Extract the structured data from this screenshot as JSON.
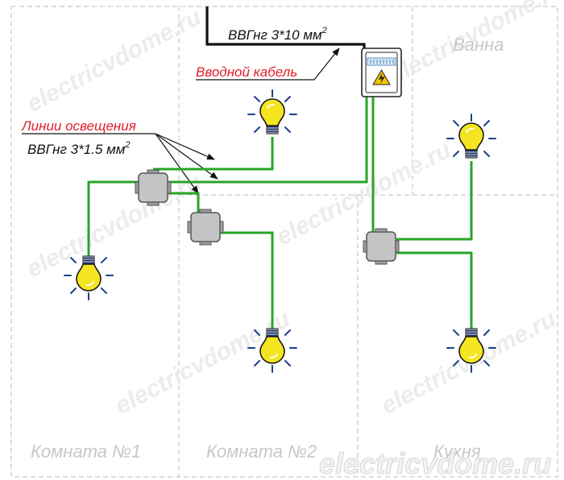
{
  "rooms": {
    "room1": "Комната №1",
    "room2": "Комната №2",
    "kitchen": "Кухня",
    "bath": "Ванна"
  },
  "labels": {
    "input_cable": "Вводной кабель",
    "input_cable_spec": "ВВГнг 3*10 мм",
    "input_cable_spec_sup": "2",
    "lighting_lines": "Линии освещения",
    "lighting_cable_spec": "ВВГнг 3*1.5 мм",
    "lighting_cable_spec_sup": "2"
  },
  "watermark": "electricvdome.ru",
  "site_mark": "electricvdome.ru",
  "colors": {
    "wire": "#27a527",
    "accent_red": "#e0202a",
    "bulb": "#f5e520",
    "bulb_rays": "#1f3f8a",
    "box": "#c4c4c4",
    "room_border": "#c9c9c9"
  },
  "icons": [
    "light-bulb-icon",
    "junction-box-icon",
    "distribution-panel-icon",
    "high-voltage-icon"
  ]
}
